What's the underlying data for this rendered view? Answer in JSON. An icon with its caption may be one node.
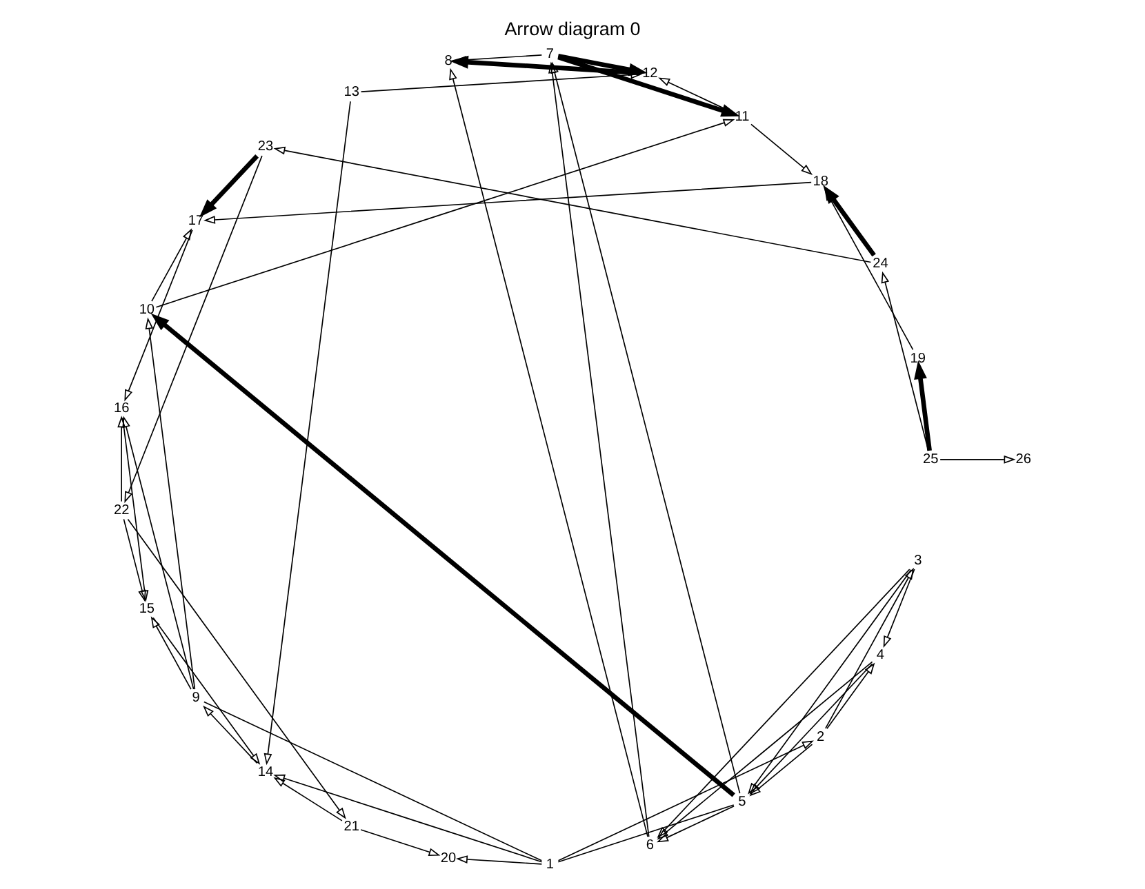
{
  "diagram": {
    "title": "Arrow diagram 0",
    "nodes": [
      {
        "text": [
          "1"
        ]
      },
      {
        "text": [
          "2"
        ]
      },
      {
        "text": [
          "3"
        ]
      },
      {
        "text": [
          "4"
        ]
      },
      {
        "text": [
          "5"
        ]
      },
      {
        "text": [
          "6"
        ]
      },
      {
        "text": [
          "7"
        ]
      },
      {
        "text": [
          "8"
        ]
      },
      {
        "text": [
          "9"
        ]
      },
      {
        "text": [
          "10"
        ]
      },
      {
        "text": [
          "11"
        ]
      },
      {
        "text": [
          "12"
        ]
      },
      {
        "text": [
          "13"
        ]
      },
      {
        "text": [
          "14"
        ]
      },
      {
        "text": [
          "15"
        ]
      },
      {
        "text": [
          "16"
        ]
      },
      {
        "text": [
          "17"
        ]
      },
      {
        "text": [
          "18"
        ]
      },
      {
        "text": [
          "19"
        ]
      },
      {
        "text": [
          "20"
        ]
      },
      {
        "text": [
          "21"
        ]
      },
      {
        "text": [
          "22"
        ]
      },
      {
        "text": [
          "23"
        ]
      },
      {
        "text": [
          "24"
        ]
      },
      {
        "text": [
          "25"
        ]
      },
      {
        "text": [
          "26"
        ]
      }
    ],
    "edges": [
      {
        "from": 0,
        "to": 1,
        "arrow": "to"
      },
      {
        "from": 0,
        "to": 4,
        "arrow": "none"
      },
      {
        "from": 0,
        "to": 8,
        "arrow": "none"
      },
      {
        "from": 0,
        "to": 13,
        "arrow": "to"
      },
      {
        "from": 0,
        "to": 19,
        "arrow": "to"
      },
      {
        "from": 1,
        "to": 2,
        "arrow": "to"
      },
      {
        "from": 2,
        "to": 3,
        "arrow": "to"
      },
      {
        "from": 3,
        "to": 4,
        "arrow": "to"
      },
      {
        "from": 4,
        "to": 5,
        "arrow": "to"
      },
      {
        "from": 5,
        "to": 6,
        "arrow": "to"
      },
      {
        "from": 6,
        "to": 7,
        "arrow": "to"
      },
      {
        "from": 1,
        "to": 3,
        "arrow": "to"
      },
      {
        "from": 1,
        "to": 4,
        "arrow": "to"
      },
      {
        "from": 2,
        "to": 4,
        "arrow": "to"
      },
      {
        "from": 2,
        "to": 5,
        "arrow": "to"
      },
      {
        "from": 3,
        "to": 5,
        "arrow": "to"
      },
      {
        "from": 4,
        "to": 6,
        "arrow": "to"
      },
      {
        "from": 5,
        "to": 7,
        "arrow": "to"
      },
      {
        "from": 4,
        "to": 9,
        "arrow": "to",
        "style": "thick"
      },
      {
        "from": 6,
        "to": 10,
        "arrow": "to",
        "style": "thick"
      },
      {
        "from": 6,
        "to": 11,
        "arrow": "to",
        "style": "thick"
      },
      {
        "from": 11,
        "to": 7,
        "arrow": "to",
        "style": "thick"
      },
      {
        "from": 8,
        "to": 9,
        "arrow": "to"
      },
      {
        "from": 9,
        "to": 10,
        "arrow": "to"
      },
      {
        "from": 10,
        "to": 11,
        "arrow": "to"
      },
      {
        "from": 12,
        "to": 11,
        "arrow": "to"
      },
      {
        "from": 12,
        "to": 13,
        "arrow": "to"
      },
      {
        "from": 14,
        "to": 13,
        "arrow": "to"
      },
      {
        "from": 15,
        "to": 14,
        "arrow": "to"
      },
      {
        "from": 16,
        "to": 15,
        "arrow": "to"
      },
      {
        "from": 17,
        "to": 16,
        "arrow": "to"
      },
      {
        "from": 18,
        "to": 17,
        "arrow": "to"
      },
      {
        "from": 8,
        "to": 14,
        "arrow": "to"
      },
      {
        "from": 8,
        "to": 15,
        "arrow": "to"
      },
      {
        "from": 9,
        "to": 16,
        "arrow": "to"
      },
      {
        "from": 10,
        "to": 17,
        "arrow": "to"
      },
      {
        "from": 13,
        "to": 8,
        "arrow": "to"
      },
      {
        "from": 20,
        "to": 19,
        "arrow": "to"
      },
      {
        "from": 21,
        "to": 20,
        "arrow": "to"
      },
      {
        "from": 22,
        "to": 21,
        "arrow": "to"
      },
      {
        "from": 23,
        "to": 22,
        "arrow": "to"
      },
      {
        "from": 24,
        "to": 23,
        "arrow": "to"
      },
      {
        "from": 24,
        "to": 25,
        "arrow": "to"
      },
      {
        "from": 24,
        "to": 18,
        "arrow": "to",
        "style": "thick"
      },
      {
        "from": 23,
        "to": 17,
        "arrow": "to",
        "style": "thick"
      },
      {
        "from": 22,
        "to": 16,
        "arrow": "to",
        "style": "thick"
      },
      {
        "from": 21,
        "to": 15,
        "arrow": "to"
      },
      {
        "from": 21,
        "to": 14,
        "arrow": "to"
      },
      {
        "from": 20,
        "to": 13,
        "arrow": "to"
      }
    ]
  }
}
